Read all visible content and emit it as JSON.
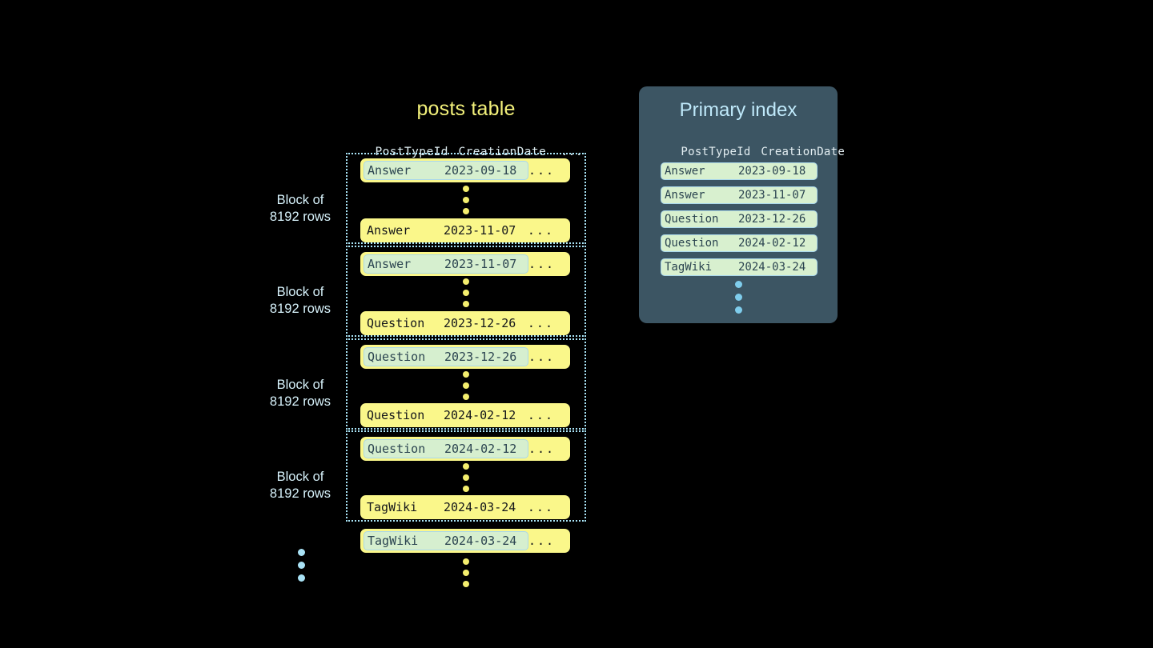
{
  "posts_table": {
    "title": "posts table",
    "columns": {
      "post_type_id": "PostTypeId",
      "creation_date": "CreationDate",
      "more": "..."
    },
    "block_label": "Block of\n8192 rows",
    "block_label_line1": "Block of",
    "block_label_line2": "8192 rows",
    "blocks": [
      {
        "label_line1": "Block of",
        "label_line2": "8192 rows",
        "first_row": {
          "post_type_id": "Answer",
          "creation_date": "2023-09-18",
          "more": "...",
          "highlighted": true
        },
        "last_row": {
          "post_type_id": "Answer",
          "creation_date": "2023-11-07",
          "more": "...",
          "highlighted": false
        }
      },
      {
        "label_line1": "Block of",
        "label_line2": "8192 rows",
        "first_row": {
          "post_type_id": "Answer",
          "creation_date": "2023-11-07",
          "more": "...",
          "highlighted": true
        },
        "last_row": {
          "post_type_id": "Question",
          "creation_date": "2023-12-26",
          "more": "...",
          "highlighted": false
        }
      },
      {
        "label_line1": "Block of",
        "label_line2": "8192 rows",
        "first_row": {
          "post_type_id": "Question",
          "creation_date": "2023-12-26",
          "more": "...",
          "highlighted": true
        },
        "last_row": {
          "post_type_id": "Question",
          "creation_date": "2024-02-12",
          "more": "...",
          "highlighted": false
        }
      },
      {
        "label_line1": "Block of",
        "label_line2": "8192 rows",
        "first_row": {
          "post_type_id": "Question",
          "creation_date": "2024-02-12",
          "more": "...",
          "highlighted": true
        },
        "last_row": {
          "post_type_id": "TagWiki",
          "creation_date": "2024-03-24",
          "more": "...",
          "highlighted": false
        }
      }
    ],
    "trailing_row": {
      "post_type_id": "TagWiki",
      "creation_date": "2024-03-24",
      "more": "...",
      "highlighted": true
    }
  },
  "primary_index": {
    "title": "Primary index",
    "columns": {
      "post_type_id": "PostTypeId",
      "creation_date": "CreationDate"
    },
    "rows": [
      {
        "post_type_id": "Answer",
        "creation_date": "2023-09-18"
      },
      {
        "post_type_id": "Answer",
        "creation_date": "2023-11-07"
      },
      {
        "post_type_id": "Question",
        "creation_date": "2023-12-26"
      },
      {
        "post_type_id": "Question",
        "creation_date": "2024-02-12"
      },
      {
        "post_type_id": "TagWiki",
        "creation_date": "2024-03-24"
      }
    ]
  },
  "colors": {
    "background": "#000000",
    "row_yellow": "#faf78a",
    "highlight_green": "#d8f0cf",
    "highlight_border": "#a9d7ea",
    "title_yellow": "#f2f07a",
    "panel_slate": "#3c5563",
    "panel_title_blue": "#bfe9fa",
    "dot_blue": "#a9e2f5",
    "dot_yellow": "#f4ee6e",
    "dashed_outline": "#a9e4f7",
    "label_text": "#d7f2fb",
    "row_text_dark": "#14161a",
    "highlight_text": "#2b4450"
  }
}
